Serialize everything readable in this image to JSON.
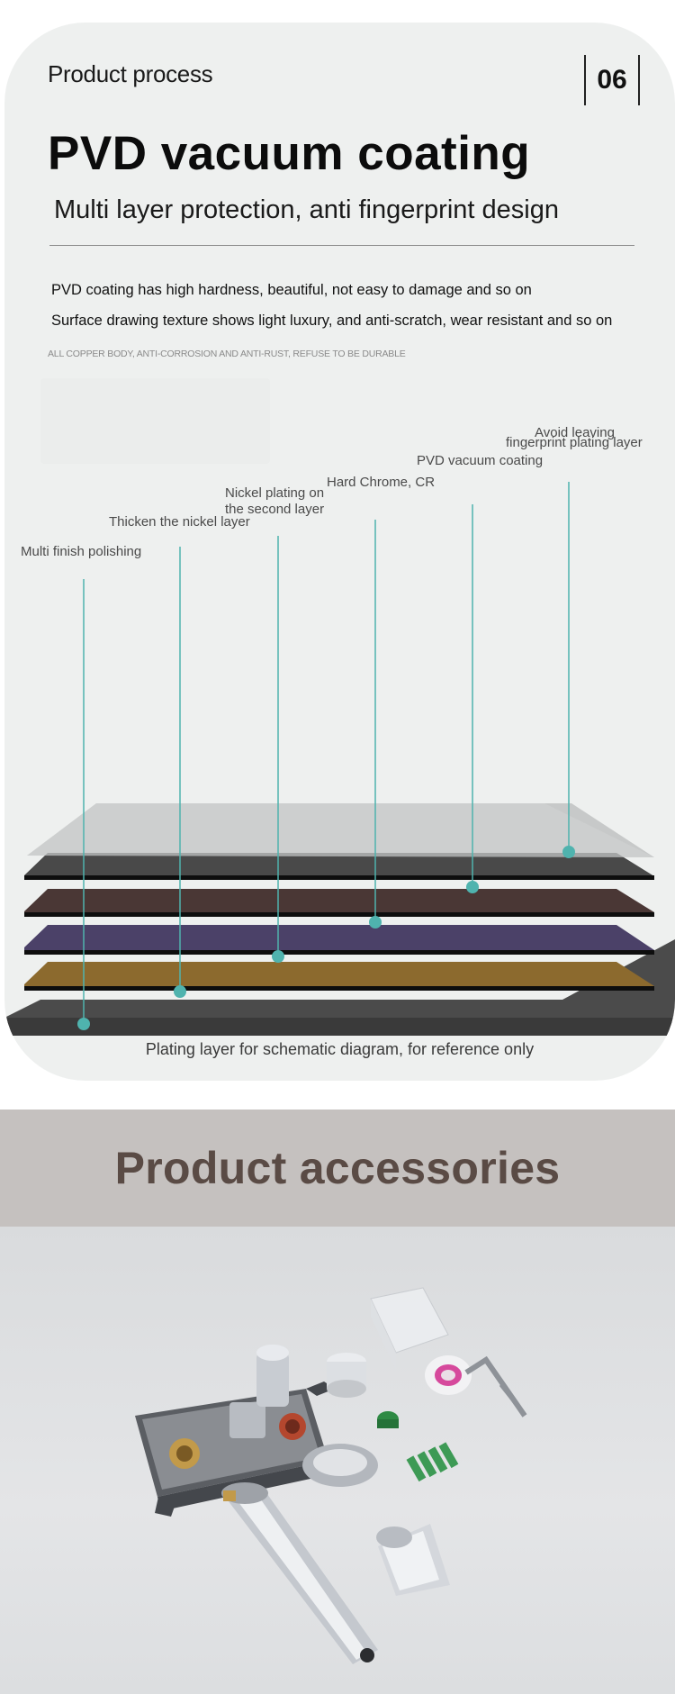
{
  "header": {
    "eyebrow": "Product process",
    "step_number": "06",
    "title": "PVD vacuum coating",
    "subtitle": "Multi layer protection, anti fingerprint design"
  },
  "description": {
    "line1": "PVD coating has high hardness, beautiful, not easy to damage and so on",
    "line2": "Surface drawing texture shows light luxury, and anti-scratch, wear resistant and so on",
    "fine_print": "ALL COPPER BODY, ANTI-CORROSION AND ANTI-RUST, REFUSE TO BE DURABLE"
  },
  "layers": {
    "labels": {
      "polishing": "Multi finish polishing",
      "nickel": "Thicken the nickel layer",
      "nickel2_a": "Nickel plating on",
      "nickel2_b": "the second layer",
      "chrome": "Hard Chrome, CR",
      "pvd": "PVD vacuum coating",
      "fingerprint_a": "Avoid leaving",
      "fingerprint_b": "fingerprint plating layer"
    },
    "colors": {
      "base": "#4b4b4b",
      "gold": "#8c6a2e",
      "purple": "#4b4168",
      "brown": "#4a3735",
      "dark": "#494949",
      "glass": "#b9bbbb",
      "leader": "#4fb3ae"
    },
    "footnote": "Plating layer for schematic diagram, for reference only"
  },
  "accessories": {
    "title": "Product accessories"
  }
}
